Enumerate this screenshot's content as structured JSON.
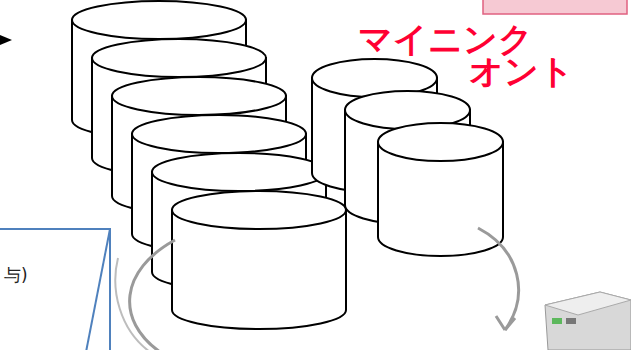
{
  "diagram": {
    "nodes": [
      {
        "text": [
          "与)"
        ]
      }
    ],
    "labels": [
      "マイニンク",
      "オント"
    ]
  }
}
